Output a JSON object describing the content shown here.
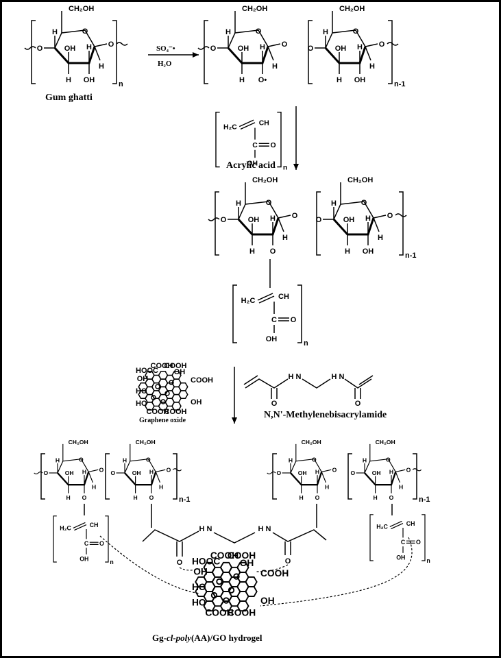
{
  "labels": {
    "gum_ghatti": "Gum ghatti",
    "acrylic_acid": "Acrylic acid",
    "graphene_oxide": "Graphene oxide",
    "mba": "N,N'-Methylenebisacrylamide",
    "product_prefix": "Gg-",
    "product_cl": "cl-poly",
    "product_suffix": "(AA)/GO hydrogel"
  },
  "reagents": {
    "oxidant": "SO₄⁻•",
    "solvent": "H₂O"
  },
  "subscripts": {
    "n": "n",
    "n_minus_1": "n-1"
  },
  "atoms": {
    "ch2oh": "CH₂OH",
    "oh": "OH",
    "h": "H",
    "o": "O",
    "o_rad": "O•",
    "h2c": "H₂C",
    "ch": "CH",
    "c": "C",
    "nh": "H N",
    "cooh": "COOH",
    "hooc": "HOOC",
    "ch2": "CH₂",
    "ho": "HO"
  }
}
